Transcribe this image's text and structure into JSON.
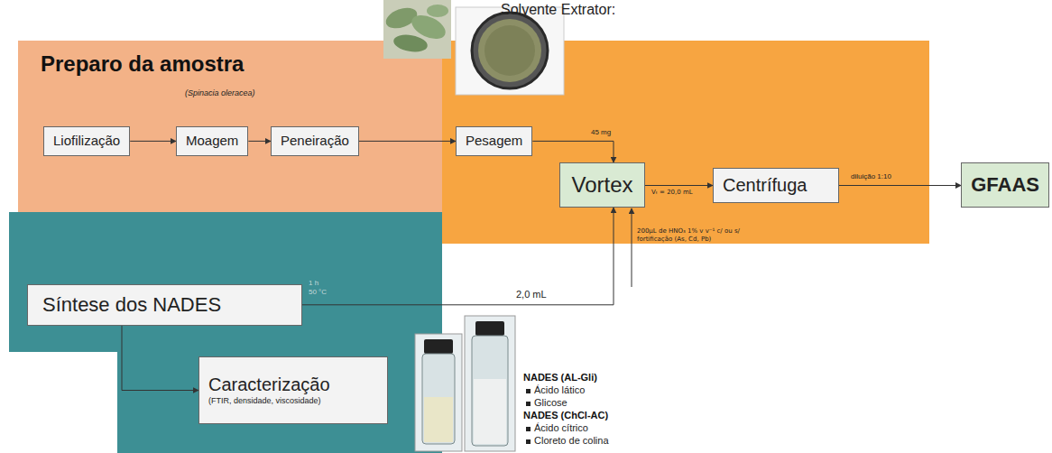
{
  "diagram": {
    "nodes": [
      {
        "text": [
          "Preparo da amostra",
          "(Spinacia oleracea)"
        ]
      },
      {
        "text": [
          "Liofilização"
        ],
        "in": 0
      },
      {
        "text": [
          "Moagem"
        ],
        "in": 0
      },
      {
        "text": [
          "Peneiração"
        ],
        "in": 0
      },
      {
        "text": [
          "Pesagem"
        ]
      },
      {
        "text": [
          "Vortex"
        ]
      },
      {
        "text": [
          "Centrífuga"
        ]
      },
      {
        "text": [
          "GFAAS"
        ]
      },
      {
        "text": [
          "Síntese dos NADES"
        ]
      },
      {
        "text": [
          "Caracterização",
          "(FTIR, densidade, viscosidade)"
        ]
      }
    ],
    "edges": [
      {
        "from": 1,
        "to": 2,
        "arrow": "to"
      },
      {
        "from": 2,
        "to": 3,
        "arrow": "to"
      },
      {
        "from": 3,
        "to": 4,
        "arrow": "to"
      },
      {
        "from": 4,
        "to": 5,
        "label": "45 mg",
        "arrow": "to"
      },
      {
        "from": 5,
        "to": 6,
        "label": "Vₜ = 20,0 mL",
        "arrow": "to"
      },
      {
        "from": 6,
        "to": 7,
        "label": "diluição 1:10",
        "arrow": "to"
      },
      {
        "from": 8,
        "to": 5,
        "label": "2,0 mL",
        "arrow": "to"
      },
      {
        "from": 8,
        "to": 9,
        "arrow": "to"
      }
    ],
    "labels": [
      "Solvente Extrator:",
      "1 h",
      "50 °C",
      "200µL de HNO₃ 1% v v⁻¹ c/ ou s/ fortificação (As, Cd, Pb)",
      "NADES (AL-Gli)",
      "Ácido lático",
      "Glicose",
      "NADES (ChCl-AC)",
      "Ácido cítrico",
      "Cloreto de colina"
    ]
  }
}
